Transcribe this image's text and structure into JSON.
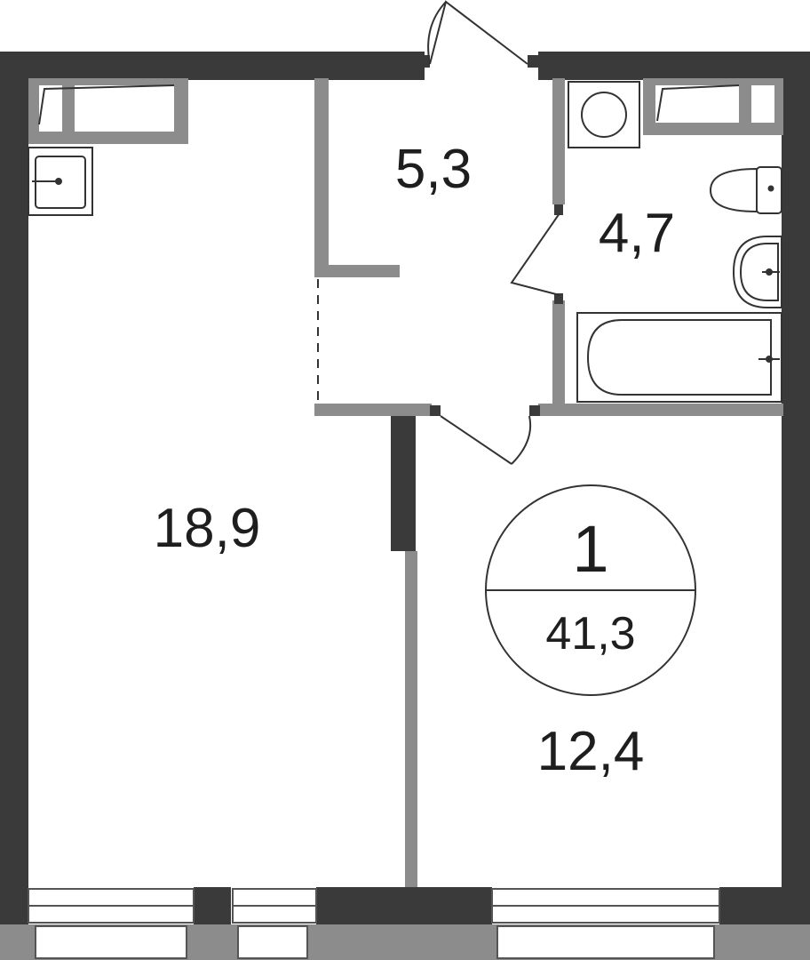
{
  "colors": {
    "wall_exterior": "#3a3a3a",
    "wall_interior": "#8c8c8c",
    "fixture_stroke": "#333333",
    "floor": "#ffffff",
    "text": "#1e1e1e"
  },
  "rooms": {
    "living_room": {
      "area": "18,9"
    },
    "hallway": {
      "area": "5,3"
    },
    "bathroom": {
      "area": "4,7"
    },
    "kitchen": {
      "area": "12,4"
    }
  },
  "badge": {
    "room_count": "1",
    "total_area": "41,3"
  },
  "icons": [
    "door-swing-icon",
    "washing-machine-icon",
    "toilet-icon",
    "sink-icon",
    "bathtub-icon",
    "kitchen-sink-icon",
    "radiator-icon",
    "window-icon"
  ]
}
